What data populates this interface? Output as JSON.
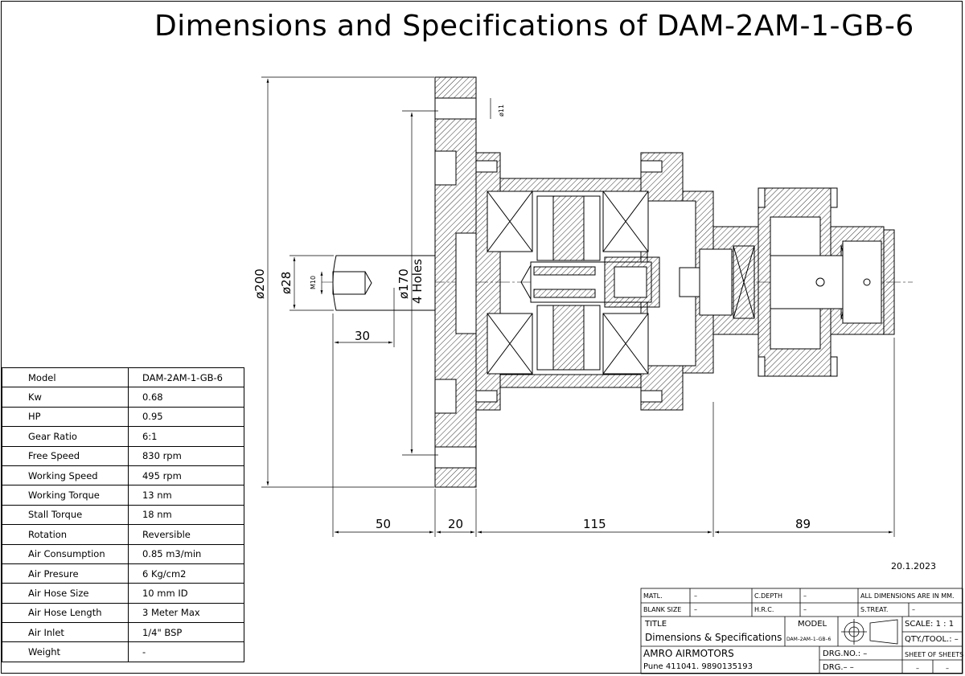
{
  "title": "Dimensions and Specifications of DAM-2AM-1-GB-6",
  "date": "20.1.2023",
  "dimensions": {
    "d200": "ø200",
    "d28": "ø28",
    "m10": "M10",
    "d170": "ø170",
    "holes": "4 Holes",
    "d11": "ø11",
    "l30": "30",
    "l50": "50",
    "l20": "20",
    "l115": "115",
    "l89": "89"
  },
  "specs": [
    {
      "label": "Model",
      "value": "DAM-2AM-1-GB-6"
    },
    {
      "label": "Kw",
      "value": "0.68"
    },
    {
      "label": "HP",
      "value": "0.95"
    },
    {
      "label": "Gear Ratio",
      "value": "6:1"
    },
    {
      "label": "Free Speed",
      "value": "830 rpm"
    },
    {
      "label": "Working Speed",
      "value": "495 rpm"
    },
    {
      "label": "Working Torque",
      "value": "13 nm"
    },
    {
      "label": "Stall Torque",
      "value": "18 nm"
    },
    {
      "label": "Rotation",
      "value": "Reversible"
    },
    {
      "label": "Air Consumption",
      "value": "0.85 m3/min"
    },
    {
      "label": "Air Presure",
      "value": "6 Kg/cm2"
    },
    {
      "label": "Air Hose Size",
      "value": "10 mm ID"
    },
    {
      "label": "Air Hose Length",
      "value": "3 Meter Max"
    },
    {
      "label": "Air Inlet",
      "value": "1/4\" BSP"
    },
    {
      "label": "Weight",
      "value": "-"
    }
  ],
  "title_block": {
    "matl": "MATL.",
    "matl_val": "–",
    "cdepth": "C.DEPTH",
    "cdepth_val": "–",
    "all_dims": "ALL DIMENSIONS ARE IN MM.",
    "blank_size": "BLANK SIZE",
    "blank_val": "–",
    "hrc": "H.R.C.",
    "hrc_val": "–",
    "streat": "S.TREAT.",
    "streat_val": "–",
    "title_label": "TITLE",
    "title_val": "Dimensions & Specifications",
    "model_label": "MODEL",
    "model_val": "DAM–2AM–1–GB–6",
    "scale": "SCALE: 1 : 1",
    "qty": "QTY./TOOL.: –",
    "company": "AMRO AIRMOTORS",
    "address": "Pune 411041. 9890135193",
    "drgno": "DRG.NO.: –",
    "drg": "DRG.– –",
    "sheet": "SHEET OF SHEETS",
    "sheet_a": "–",
    "sheet_b": "–"
  }
}
